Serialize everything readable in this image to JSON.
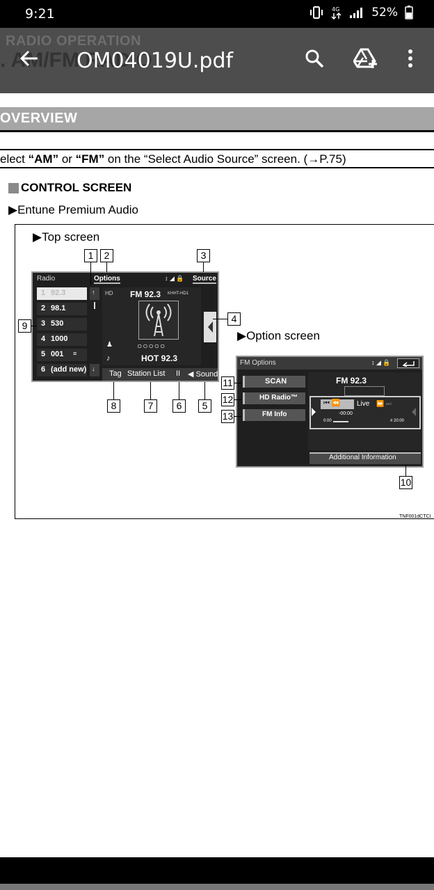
{
  "status_bar": {
    "time": "9:21",
    "battery": "52%",
    "icons": [
      "vibrate-icon",
      "data-transfer-icon",
      "signal-icon",
      "battery-icon"
    ]
  },
  "toolbar": {
    "title": "OM04019U.pdf",
    "behind_section": "RADIO OPERATION",
    "behind_heading": ". AM/FM RADIO",
    "icons": [
      "back-arrow-icon",
      "search-icon",
      "drive-add-icon",
      "more-vert-icon"
    ]
  },
  "document": {
    "overview_heading": "OVERVIEW",
    "instruction": {
      "pre": "elect ",
      "am": "“AM”",
      "or": " or ",
      "fm": "“FM”",
      "post": " on the “Select Audio Source” screen. (→P.75)"
    },
    "section_heading": "CONTROL SCREEN",
    "subsection": "▶Entune Premium Audio",
    "figure": {
      "top_screen_label": "▶Top screen",
      "option_screen_label": "▶Option screen",
      "code": "TNF001dCTCI",
      "callouts": [
        "1",
        "2",
        "3",
        "4",
        "5",
        "6",
        "7",
        "8",
        "9",
        "10",
        "11",
        "12",
        "13"
      ],
      "top_screen": {
        "title": "Radio",
        "options": "Options",
        "source": "Source",
        "presets": [
          {
            "num": "1",
            "freq": "92.3"
          },
          {
            "num": "2",
            "freq": "98.1"
          },
          {
            "num": "3",
            "freq": "530"
          },
          {
            "num": "4",
            "freq": "1000"
          },
          {
            "num": "5",
            "freq": "001"
          },
          {
            "num": "6",
            "freq": "(add new)"
          }
        ],
        "station": "FM 92.3",
        "station_code": "KHHT-HD1",
        "hd_badge": "HD",
        "song": "HOT 92.3",
        "bottom_buttons": [
          "Tag",
          "Station List",
          "II",
          "◀ Sound"
        ]
      },
      "option_screen": {
        "title": "FM Options",
        "buttons": [
          "SCAN",
          "HD Radio™",
          "FM Info"
        ],
        "station": "FM 92.3",
        "live": "Live",
        "time_mid": "-00:00",
        "time_start": "0:00",
        "time_end": "# 20:00",
        "additional": "Additional Information"
      }
    }
  }
}
